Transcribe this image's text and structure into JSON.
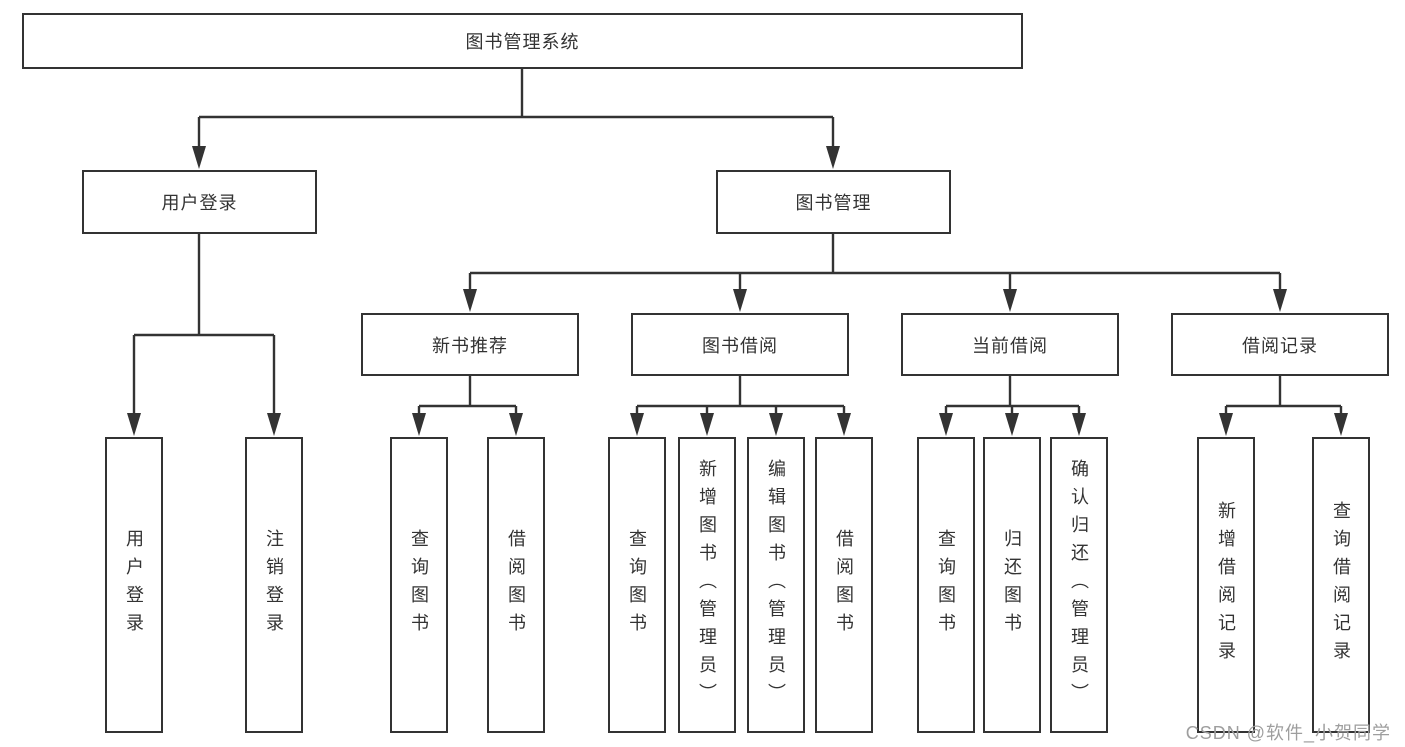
{
  "diagram": {
    "title": "图书管理系统",
    "tree": {
      "root": "图书管理系统",
      "branches": [
        {
          "label": "用户登录",
          "children": [
            "用户登录",
            "注销登录"
          ]
        },
        {
          "label": "图书管理",
          "sections": [
            {
              "label": "新书推荐",
              "children": [
                "查询图书",
                "借阅图书"
              ]
            },
            {
              "label": "图书借阅",
              "children": [
                "查询图书",
                "新增图书（管理员）",
                "编辑图书（管理员）",
                "借阅图书"
              ]
            },
            {
              "label": "当前借阅",
              "children": [
                "查询图书",
                "归还图书",
                "确认归还（管理员）"
              ]
            },
            {
              "label": "借阅记录",
              "children": [
                "新增借阅记录",
                "查询借阅记录"
              ]
            }
          ]
        }
      ]
    },
    "watermark": "CSDN @软件_小贺同学",
    "colors": {
      "line": "#333333",
      "text": "#333333",
      "watermark": "#9e9e9e",
      "background": "#ffffff"
    }
  }
}
